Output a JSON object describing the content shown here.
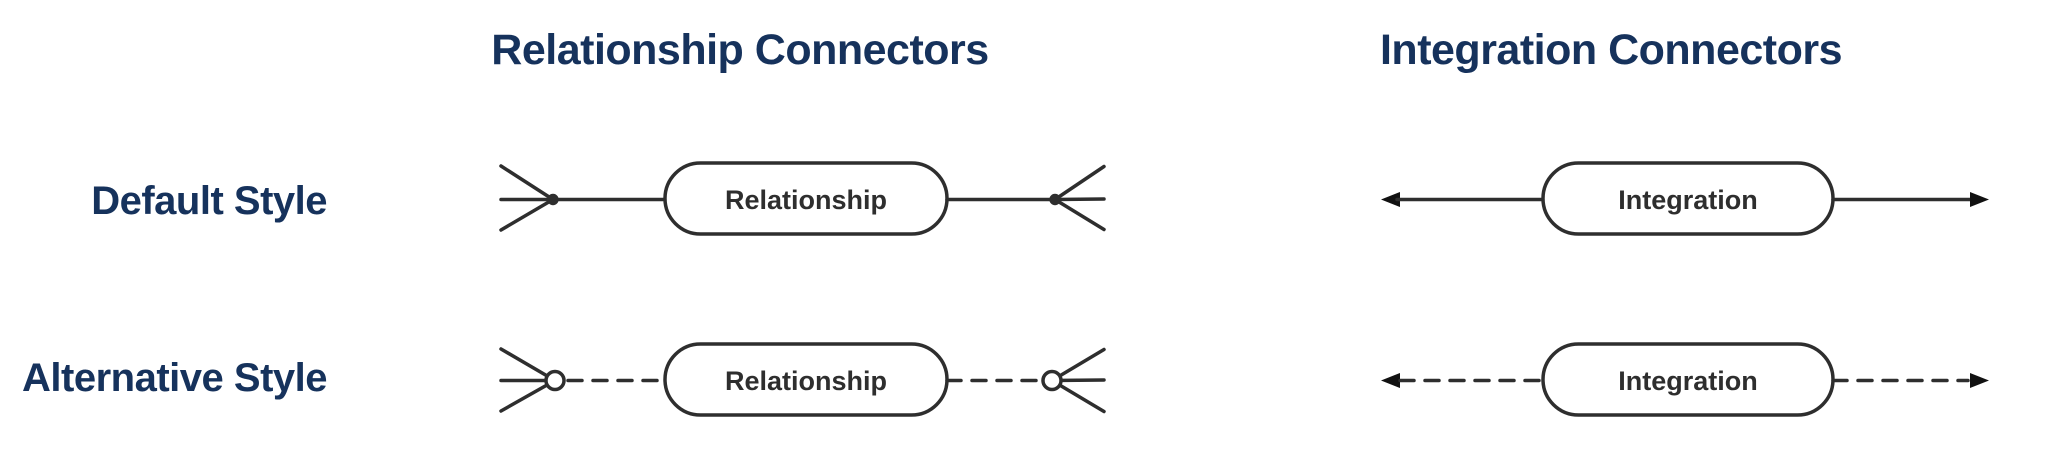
{
  "figure": {
    "description": "Connector style legend diagram",
    "background": "#ffffff"
  },
  "colors": {
    "heading_text": "#16325c",
    "diagram_stroke": "#2e2e2e",
    "node_fill": "#ffffff",
    "node_text": "#2e2e2e",
    "arrowhead": "#111111"
  },
  "columns": [
    {
      "id": "relationship",
      "title": "Relationship Connectors"
    },
    {
      "id": "integration",
      "title": "Integration Connectors"
    }
  ],
  "rows": [
    {
      "id": "default",
      "label": "Default Style"
    },
    {
      "id": "alternative",
      "label": "Alternative Style"
    }
  ],
  "connectors": [
    {
      "row": "Default Style",
      "column": "Relationship Connectors",
      "node_label": "Relationship",
      "line_style": "solid",
      "left_end": "crows-foot-with-filled-dot",
      "right_end": "crows-foot-with-filled-dot"
    },
    {
      "row": "Default Style",
      "column": "Integration Connectors",
      "node_label": "Integration",
      "line_style": "solid",
      "left_end": "filled-arrowhead",
      "right_end": "filled-arrowhead"
    },
    {
      "row": "Alternative Style",
      "column": "Relationship Connectors",
      "node_label": "Relationship",
      "line_style": "dashed",
      "left_end": "crows-foot-with-open-circle",
      "right_end": "crows-foot-with-open-circle"
    },
    {
      "row": "Alternative Style",
      "column": "Integration Connectors",
      "node_label": "Integration",
      "line_style": "dashed",
      "left_end": "filled-arrowhead",
      "right_end": "filled-arrowhead"
    }
  ]
}
